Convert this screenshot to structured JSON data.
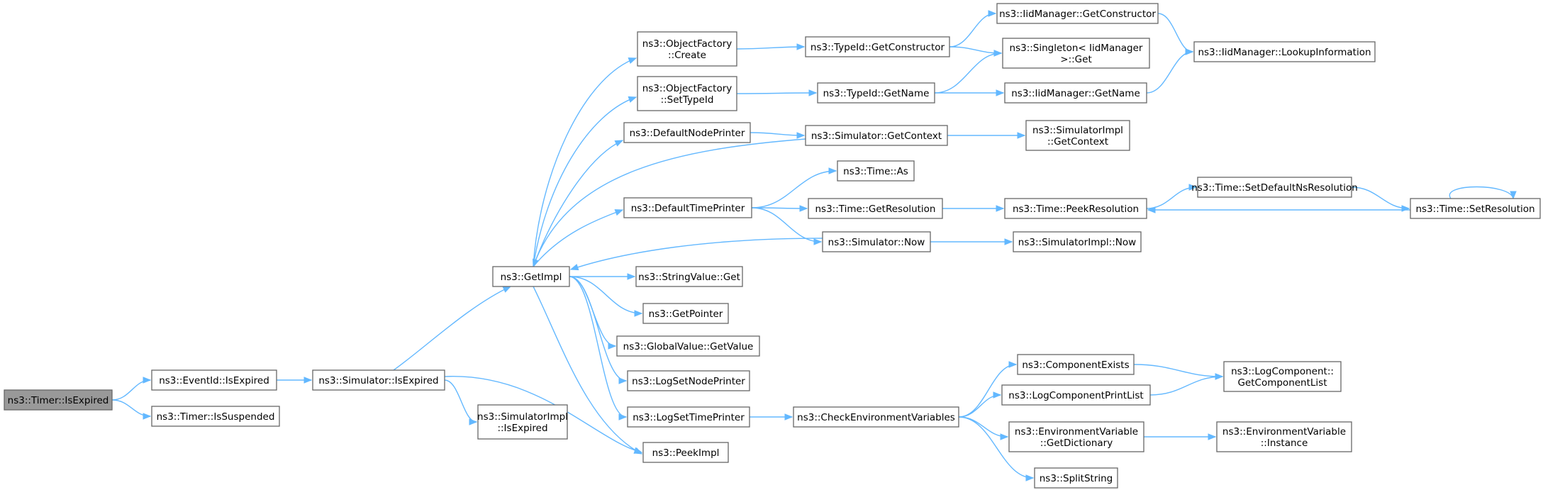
{
  "nodes": {
    "root": [
      "ns3::Timer::IsExpired"
    ],
    "eid": [
      "ns3::EventId::IsExpired"
    ],
    "tis": [
      "ns3::Timer::IsSuspended"
    ],
    "sie": [
      "ns3::Simulator::IsExpired"
    ],
    "gi": [
      "ns3::GetImpl"
    ],
    "sime": [
      "ns3::SimulatorImpl",
      "::IsExpired"
    ],
    "pi": [
      "ns3::PeekImpl"
    ],
    "ofc": [
      "ns3::ObjectFactory",
      "::Create"
    ],
    "ofs": [
      "ns3::ObjectFactory",
      "::SetTypeId"
    ],
    "dnp": [
      "ns3::DefaultNodePrinter"
    ],
    "dtp": [
      "ns3::DefaultTimePrinter"
    ],
    "svg": [
      "ns3::StringValue::Get"
    ],
    "gp": [
      "ns3::GetPointer"
    ],
    "gvg": [
      "ns3::GlobalValue::GetValue"
    ],
    "lsnp": [
      "ns3::LogSetNodePrinter"
    ],
    "lstp": [
      "ns3::LogSetTimePrinter"
    ],
    "tgc": [
      "ns3::TypeId::GetConstructor"
    ],
    "tgn": [
      "ns3::TypeId::GetName"
    ],
    "sgc": [
      "ns3::Simulator::GetContext"
    ],
    "tas": [
      "ns3::Time::As"
    ],
    "tgr": [
      "ns3::Time::GetResolution"
    ],
    "sn": [
      "ns3::Simulator::Now"
    ],
    "cev": [
      "ns3::CheckEnvironmentVariables"
    ],
    "imgc": [
      "ns3::IidManager::GetConstructor"
    ],
    "sig": [
      "ns3::Singleton< IidManager",
      ">::Get"
    ],
    "imgn": [
      "ns3::IidManager::GetName"
    ],
    "simgc": [
      "ns3::SimulatorImpl",
      "::GetContext"
    ],
    "tpr": [
      "ns3::Time::PeekResolution"
    ],
    "simn": [
      "ns3::SimulatorImpl::Now"
    ],
    "ce": [
      "ns3::ComponentExists"
    ],
    "lcpl": [
      "ns3::LogComponentPrintList"
    ],
    "evgd": [
      "ns3::EnvironmentVariable",
      "::GetDictionary"
    ],
    "ss": [
      "ns3::SplitString"
    ],
    "imli": [
      "ns3::IidManager::LookupInformation"
    ],
    "tsdr": [
      "ns3::Time::SetDefaultNsResolution"
    ],
    "lcgcl": [
      "ns3::LogComponent::",
      "GetComponentList"
    ],
    "evi": [
      "ns3::EnvironmentVariable",
      "::Instance"
    ],
    "tsr": [
      "ns3::Time::SetResolution"
    ]
  },
  "edges": [
    [
      "root",
      "eid"
    ],
    [
      "root",
      "tis"
    ],
    [
      "eid",
      "sie"
    ],
    [
      "sie",
      "gi"
    ],
    [
      "sie",
      "sime"
    ],
    [
      "sie",
      "pi"
    ],
    [
      "gi",
      "ofc"
    ],
    [
      "gi",
      "ofs"
    ],
    [
      "gi",
      "dnp"
    ],
    [
      "gi",
      "dtp"
    ],
    [
      "gi",
      "svg"
    ],
    [
      "gi",
      "gp"
    ],
    [
      "gi",
      "gvg"
    ],
    [
      "gi",
      "lsnp"
    ],
    [
      "gi",
      "lstp"
    ],
    [
      "gi",
      "pi"
    ],
    [
      "ofc",
      "tgc"
    ],
    [
      "ofs",
      "tgn"
    ],
    [
      "tgc",
      "imgc"
    ],
    [
      "tgc",
      "sig"
    ],
    [
      "tgn",
      "sig"
    ],
    [
      "tgn",
      "imgn"
    ],
    [
      "imgc",
      "imli"
    ],
    [
      "imgn",
      "imli"
    ],
    [
      "dnp",
      "sgc"
    ],
    [
      "sgc",
      "gi"
    ],
    [
      "sgc",
      "simgc"
    ],
    [
      "dtp",
      "tas"
    ],
    [
      "dtp",
      "tgr"
    ],
    [
      "dtp",
      "sn"
    ],
    [
      "sn",
      "gi"
    ],
    [
      "sn",
      "simn"
    ],
    [
      "tgr",
      "tpr"
    ],
    [
      "tpr",
      "tsdr"
    ],
    [
      "tsdr",
      "tsr"
    ],
    [
      "tsr",
      "tpr"
    ],
    [
      "tsr",
      "tsr"
    ],
    [
      "lstp",
      "cev"
    ],
    [
      "cev",
      "ce"
    ],
    [
      "cev",
      "lcpl"
    ],
    [
      "cev",
      "evgd"
    ],
    [
      "cev",
      "ss"
    ],
    [
      "ce",
      "lcgcl"
    ],
    [
      "lcpl",
      "lcgcl"
    ],
    [
      "evgd",
      "evi"
    ]
  ]
}
